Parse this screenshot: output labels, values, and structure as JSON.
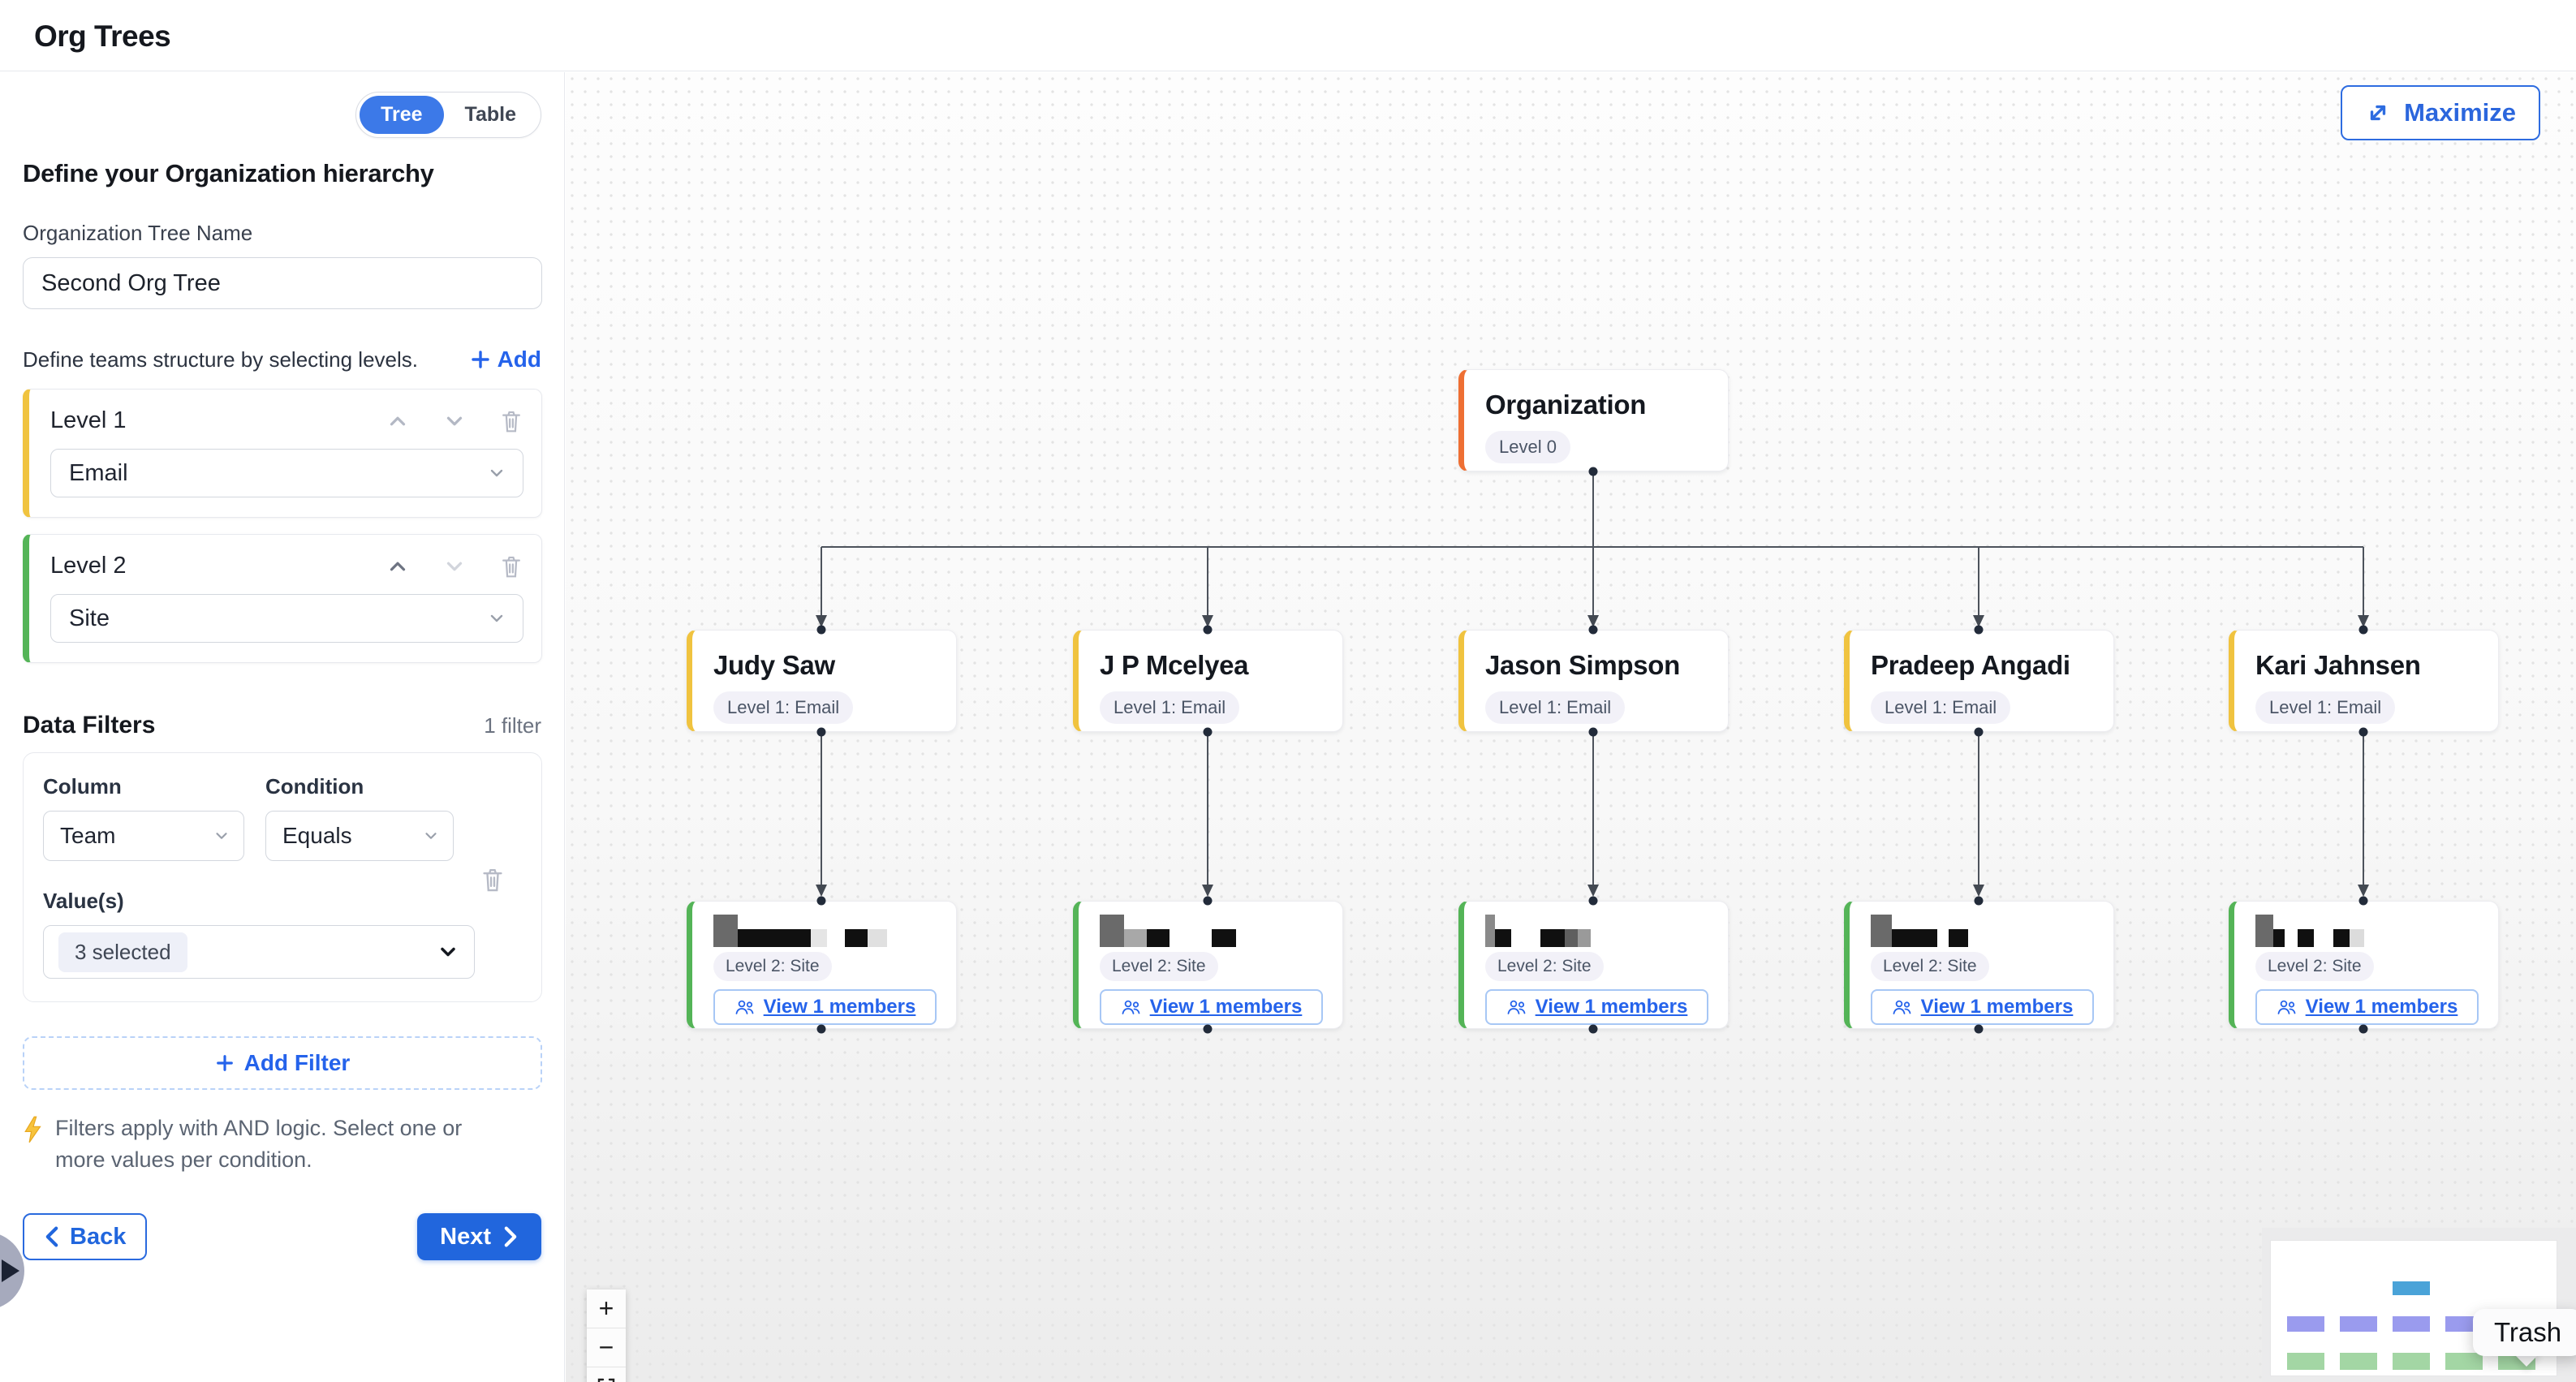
{
  "header": {
    "title": "Org Trees"
  },
  "sidebar": {
    "view_toggle": {
      "tree_label": "Tree",
      "table_label": "Table",
      "active": "Tree"
    },
    "heading": "Define your Organization hierarchy",
    "tree_name": {
      "label": "Organization Tree Name",
      "value": "Second Org Tree"
    },
    "levels_section": {
      "description": "Define teams structure by selecting levels.",
      "add_label": "Add"
    },
    "levels": [
      {
        "label": "Level 1",
        "value": "Email",
        "accent": "#f0c33f"
      },
      {
        "label": "Level 2",
        "value": "Site",
        "accent": "#54b457"
      }
    ],
    "filters_section": {
      "heading": "Data Filters",
      "count_label": "1 filter",
      "filter": {
        "column_label": "Column",
        "column_value": "Team",
        "condition_label": "Condition",
        "condition_value": "Equals",
        "values_label": "Value(s)",
        "values_value": "3 selected"
      },
      "add_filter_label": "Add Filter",
      "note": "Filters apply with AND logic. Select one or more values per condition."
    },
    "back_label": "Back",
    "next_label": "Next"
  },
  "canvas": {
    "maximize_label": "Maximize",
    "root": {
      "title": "Organization",
      "badge": "Level 0",
      "accent": "#ee6f33"
    },
    "level1_badge": "Level 1: Email",
    "level2_badge": "Level 2: Site",
    "view_members_label": "View 1 members",
    "level1": [
      {
        "title": "Judy Saw"
      },
      {
        "title": "J P Mcelyea"
      },
      {
        "title": "Jason Simpson"
      },
      {
        "title": "Pradeep Angadi"
      },
      {
        "title": "Kari Jahnsen"
      }
    ],
    "level2": [
      {
        "redacted": true,
        "blocks": [
          {
            "w": 30,
            "h": 40,
            "c": "#6a6a6a"
          },
          {
            "w": 90,
            "h": 22,
            "c": "#101010"
          },
          {
            "w": 20,
            "h": 22,
            "c": "#e5e5e5",
            "mr": 22
          },
          {
            "w": 28,
            "h": 22,
            "c": "#101010"
          },
          {
            "w": 24,
            "h": 22,
            "c": "#e0e0e0"
          }
        ]
      },
      {
        "redacted": true,
        "blocks": [
          {
            "w": 30,
            "h": 40,
            "c": "#6a6a6a"
          },
          {
            "w": 28,
            "h": 22,
            "c": "#a8a8a8"
          },
          {
            "w": 28,
            "h": 22,
            "c": "#101010",
            "mr": 52
          },
          {
            "w": 30,
            "h": 22,
            "c": "#101010"
          }
        ]
      },
      {
        "redacted": true,
        "blocks": [
          {
            "w": 12,
            "h": 40,
            "c": "#8a8a8a"
          },
          {
            "w": 20,
            "h": 22,
            "c": "#101010",
            "mr": 36
          },
          {
            "w": 30,
            "h": 22,
            "c": "#101010"
          },
          {
            "w": 16,
            "h": 22,
            "c": "#5f5f5f"
          },
          {
            "w": 16,
            "h": 22,
            "c": "#9a9a9a"
          }
        ]
      },
      {
        "redacted": true,
        "blocks": [
          {
            "w": 26,
            "h": 40,
            "c": "#6a6a6a"
          },
          {
            "w": 56,
            "h": 22,
            "c": "#101010",
            "mr": 14
          },
          {
            "w": 24,
            "h": 22,
            "c": "#101010"
          }
        ]
      },
      {
        "redacted": true,
        "blocks": [
          {
            "w": 22,
            "h": 40,
            "c": "#6a6a6a"
          },
          {
            "w": 14,
            "h": 22,
            "c": "#101010",
            "mr": 16
          },
          {
            "w": 20,
            "h": 22,
            "c": "#101010",
            "mr": 24
          },
          {
            "w": 20,
            "h": 22,
            "c": "#101010"
          },
          {
            "w": 18,
            "h": 22,
            "c": "#dcdcdc"
          }
        ]
      }
    ],
    "zoom_controls": {
      "zoom_in": "+",
      "zoom_out": "−"
    },
    "minimap": {
      "colors": {
        "root": "#4aa3d8",
        "level1": "#9a9bee",
        "level2": "#a3d6a4"
      }
    },
    "tooltip": "Trash"
  }
}
